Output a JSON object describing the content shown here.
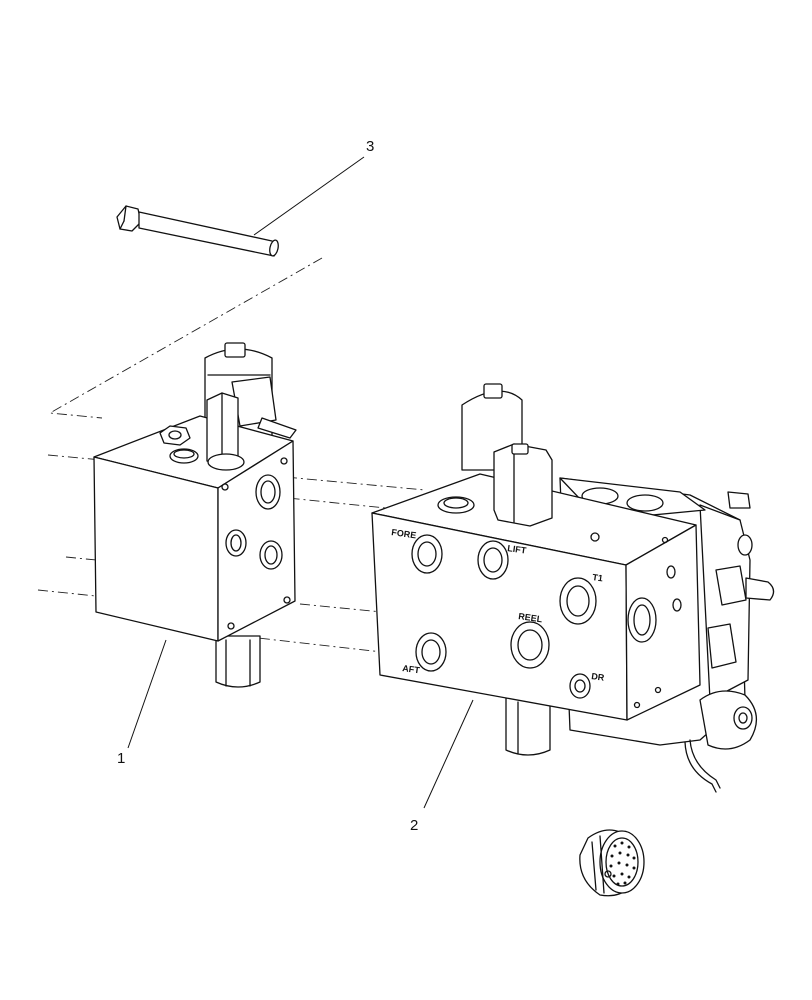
{
  "callouts": {
    "item1": "1",
    "item2": "2",
    "item3": "3"
  },
  "port_labels": {
    "fore": "FORE",
    "lift": "LIFT",
    "t1": "T1",
    "reel": "REEL",
    "aft": "AFT",
    "dr": "DR"
  },
  "colors": {
    "line": "#111111",
    "background": "#ffffff"
  }
}
